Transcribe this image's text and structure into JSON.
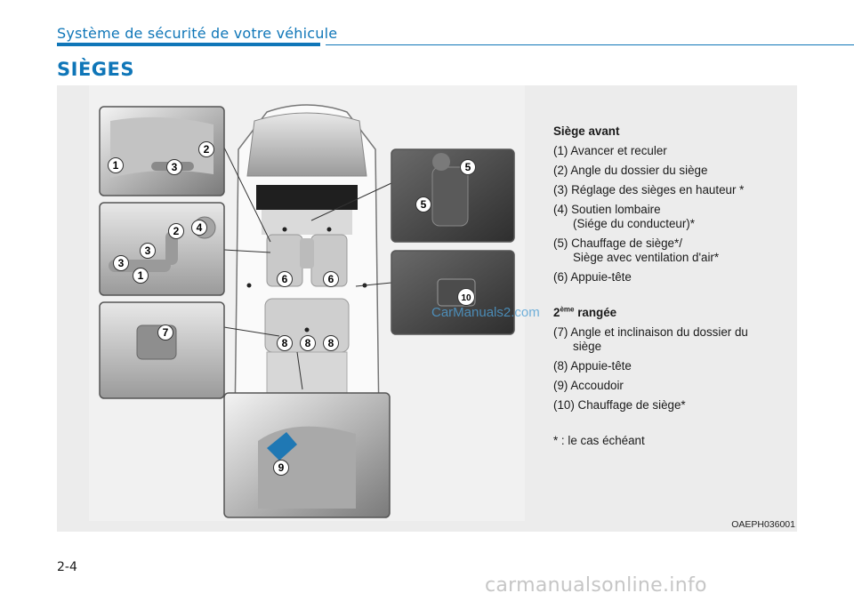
{
  "header": {
    "section": "Système de sécurité de votre véhicule",
    "title": "SIÈGES"
  },
  "caption": {
    "front_heading": "Siège avant",
    "item1": "(1) Avancer et reculer",
    "item2": "(2) Angle du dossier du siège",
    "item3": "(3) Réglage des sièges en hauteur *",
    "item4_a": "(4) Soutien lombaire",
    "item4_b": "(Siége du conducteur)*",
    "item5_a": "(5) Chauffage de siège*/",
    "item5_b": "Siège avec ventilation d'air*",
    "item6": "(6) Appuie-tête",
    "rear_heading_num": "2",
    "rear_heading_sup": "ème",
    "rear_heading_text": " rangée",
    "item7_a": "(7) Angle et inclinaison du dossier du",
    "item7_b": "siège",
    "item8": "(8) Appuie-tête",
    "item9": "(9) Accoudoir",
    "item10": "(10) Chauffage de siège*",
    "footnote": "* : le cas échéant"
  },
  "callouts": {
    "n1": "1",
    "n2": "2",
    "n3": "3",
    "n4": "4",
    "n5": "5",
    "n6": "6",
    "n7": "7",
    "n8": "8",
    "n9": "9",
    "n10": "10"
  },
  "image_code": "OAEPH036001",
  "page_number": "2-4",
  "watermarks": {
    "inline": "CarManuals2.com",
    "bottom": "carmanualsonline.info"
  },
  "colors": {
    "accent": "#0f76b8",
    "panel": "#ececec",
    "callout_fill": "#ffffff",
    "callout_stroke": "#333333"
  }
}
